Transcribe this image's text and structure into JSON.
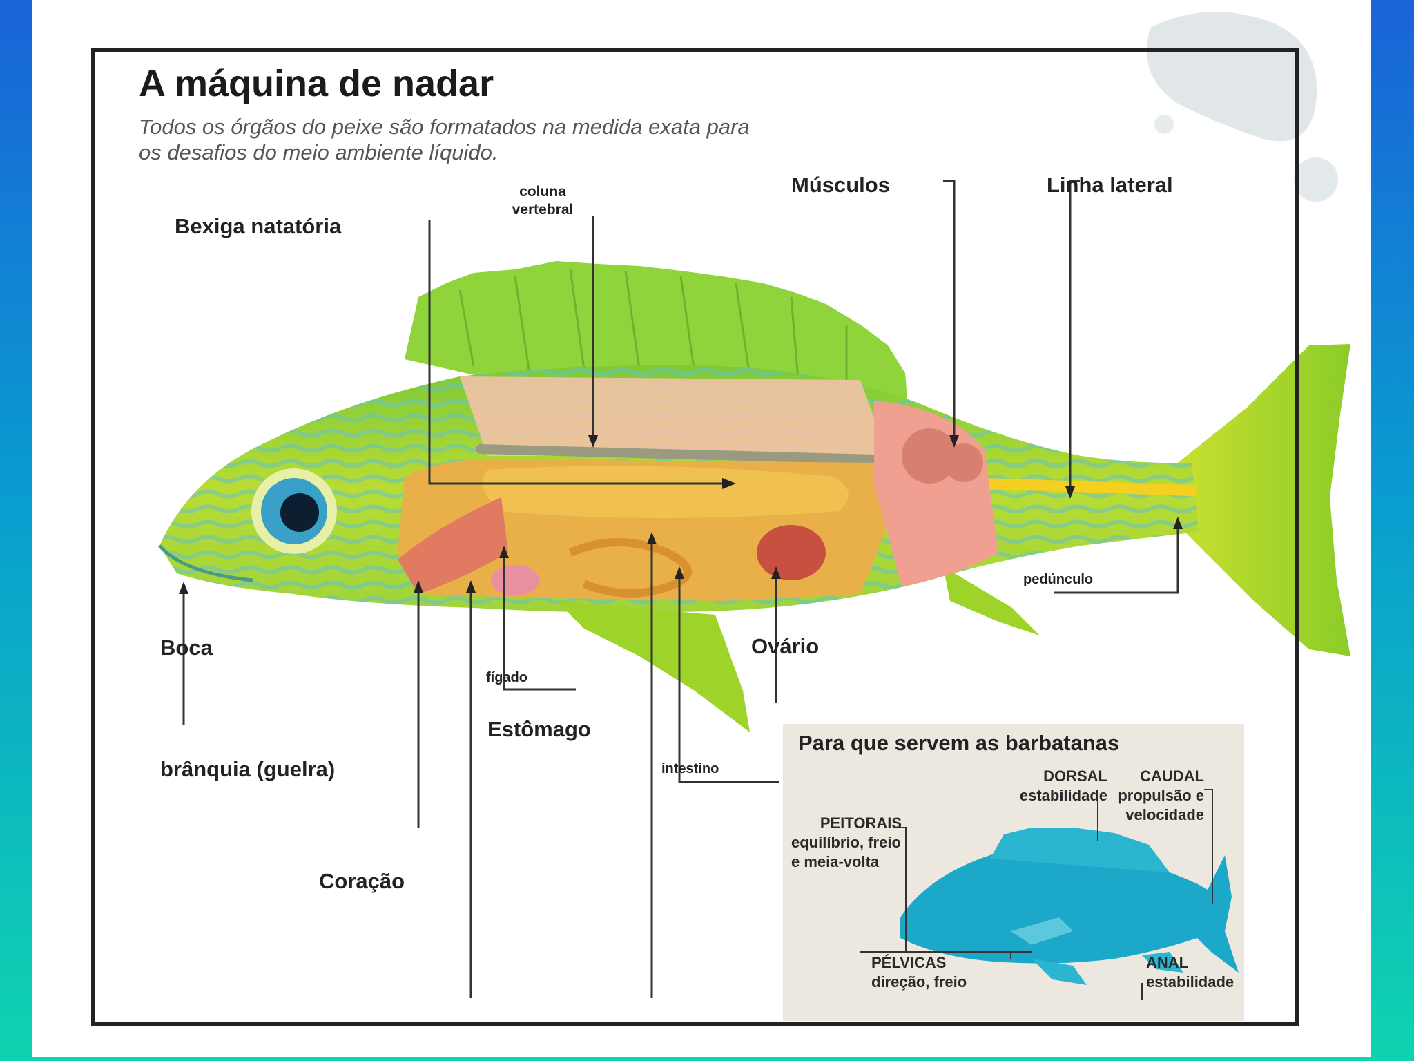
{
  "title": "A máquina de nadar",
  "subtitle": "Todos os órgãos do peixe são formatados na medida exata para os desafios do meio ambiente líquido.",
  "labels": {
    "bexiga": "Bexiga natatória",
    "coluna_1": "coluna",
    "coluna_2": "vertebral",
    "musculos": "Músculos",
    "linha_lateral": "Linha lateral",
    "pedunculo": "pedúnculo",
    "boca": "Boca",
    "figado": "fígado",
    "ovario": "Ovário",
    "estomago": "Estômago",
    "branquia": "brânquia (guelra)",
    "intestino": "intestino",
    "coracao": "Coração"
  },
  "inset": {
    "title": "Para que servem as barbatanas",
    "dorsal_name": "DORSAL",
    "dorsal_role": "estabilidade",
    "caudal_name": "CAUDAL",
    "caudal_role_1": "propulsão e",
    "caudal_role_2": "velocidade",
    "peitorais_name": "PEITORAIS",
    "peitorais_role_1": "equilíbrio, freio",
    "peitorais_role_2": "e meia-volta",
    "pelvicas_name": "PÉLVICAS",
    "pelvicas_role": "direção, freio",
    "anal_name": "ANAL",
    "anal_role": "estabilidade"
  },
  "colors": {
    "fish_body": "#a8d830",
    "fish_stripes": "#6fc7c0",
    "fins": "#9ed32a",
    "organs": "#e0a030",
    "muscle": "#f0b8a0",
    "inset_fish": "#1aa8c8"
  }
}
